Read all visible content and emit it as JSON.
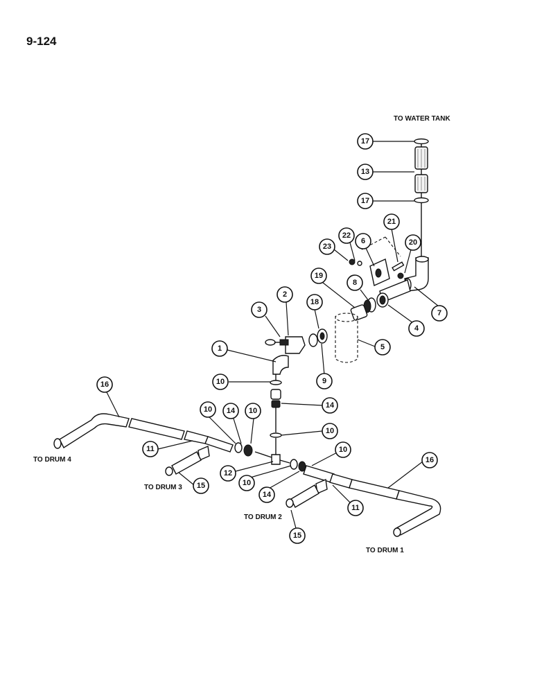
{
  "page_number": "9-124",
  "labels": {
    "to_water_tank": "TO WATER TANK",
    "to_drum_1": "TO DRUM 1",
    "to_drum_2": "TO DRUM 2",
    "to_drum_3": "TO DRUM 3",
    "to_drum_4": "TO DRUM 4"
  },
  "callouts": {
    "c17a": "17",
    "c13": "13",
    "c17b": "17",
    "c21": "21",
    "c22": "22",
    "c6": "6",
    "c20": "20",
    "c23": "23",
    "c19": "19",
    "c8": "8",
    "c7": "7",
    "c4": "4",
    "c2": "2",
    "c3": "3",
    "c18": "18",
    "c5": "5",
    "c1": "1",
    "c9": "9",
    "c10a": "10",
    "c14a": "14",
    "c16a": "16",
    "c10b": "10",
    "c14b": "14",
    "c10c": "10",
    "c10d": "10",
    "c11a": "11",
    "c12": "12",
    "c10e": "10",
    "c10f": "10",
    "c16b": "16",
    "c14c": "14",
    "c15a": "15",
    "c11b": "11",
    "c15b": "15"
  }
}
